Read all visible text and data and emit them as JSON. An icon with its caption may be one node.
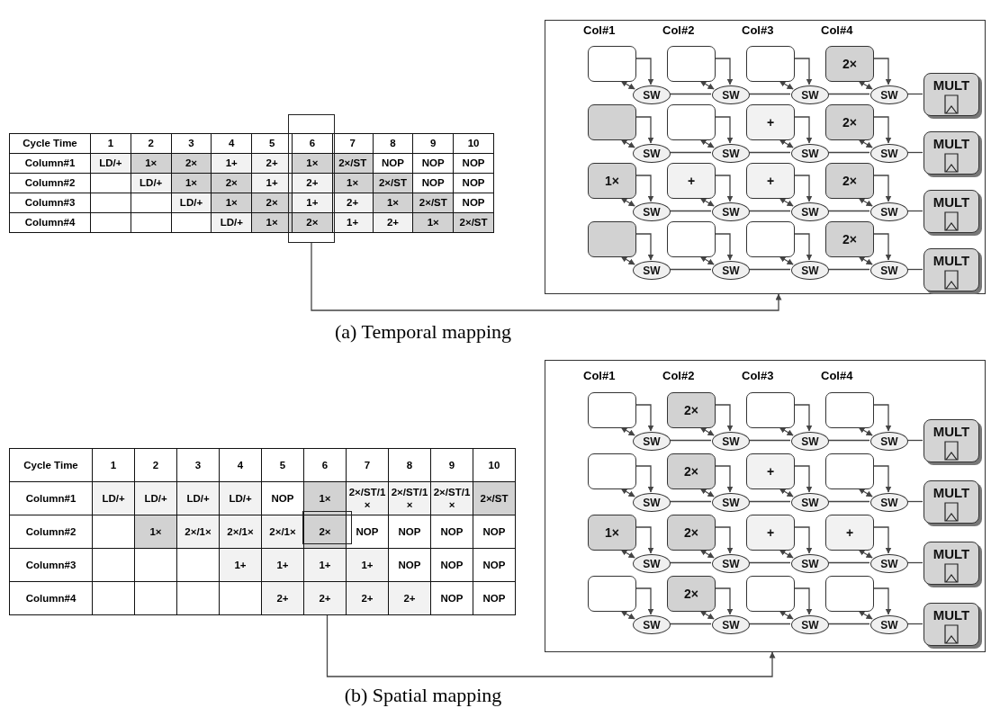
{
  "diagram": {
    "nodes": [
      {
        "text": [],
        "shape": "box"
      },
      {
        "text": [],
        "shape": "box"
      },
      {
        "text": [],
        "shape": "box",
        "in": 1
      },
      {
        "text": [],
        "shape": "box",
        "in": 1
      },
      {
        "text": [],
        "shape": "box",
        "in": 1
      },
      {
        "text": [
          "2×"
        ],
        "in": 1
      },
      {
        "text": [
          "SW"
        ],
        "in": 1
      },
      {
        "text": [
          "SW"
        ],
        "in": 1
      },
      {
        "text": [
          "SW"
        ],
        "in": 1
      },
      {
        "text": [
          "SW"
        ],
        "in": 1
      },
      {
        "text": [
          "MULT"
        ],
        "in": 1
      },
      {
        "text": [],
        "shape": "box",
        "in": 1
      },
      {
        "text": [],
        "shape": "box",
        "in": 1
      },
      {
        "text": [
          "+"
        ],
        "in": 1
      },
      {
        "text": [
          "2×"
        ],
        "in": 1
      },
      {
        "text": [
          "SW"
        ],
        "in": 1
      },
      {
        "text": [
          "SW"
        ],
        "in": 1
      },
      {
        "text": [
          "SW"
        ],
        "in": 1
      },
      {
        "text": [
          "SW"
        ],
        "in": 1
      },
      {
        "text": [
          "MULT"
        ],
        "in": 1
      },
      {
        "text": [
          "1×"
        ],
        "in": 1
      },
      {
        "text": [
          "+"
        ],
        "in": 1
      },
      {
        "text": [
          "+"
        ],
        "in": 1
      },
      {
        "text": [
          "2×"
        ],
        "in": 1
      },
      {
        "text": [
          "SW"
        ],
        "in": 1
      },
      {
        "text": [
          "SW"
        ],
        "in": 1
      },
      {
        "text": [
          "SW"
        ],
        "in": 1
      },
      {
        "text": [
          "SW"
        ],
        "in": 1
      },
      {
        "text": [
          "MULT"
        ],
        "in": 1
      },
      {
        "text": [],
        "shape": "box",
        "in": 1
      },
      {
        "text": [],
        "shape": "box",
        "in": 1
      },
      {
        "text": [],
        "shape": "box",
        "in": 1
      },
      {
        "text": [
          "2×"
        ],
        "in": 1
      },
      {
        "text": [
          "SW"
        ],
        "in": 1
      },
      {
        "text": [
          "SW"
        ],
        "in": 1
      },
      {
        "text": [
          "SW"
        ],
        "in": 1
      },
      {
        "text": [
          "SW"
        ],
        "in": 1
      },
      {
        "text": [
          "MULT"
        ],
        "in": 1
      },
      {
        "text": [],
        "shape": "box"
      },
      {
        "text": [],
        "shape": "box"
      },
      {
        "text": [],
        "shape": "box",
        "in": 39
      },
      {
        "text": [
          "2×"
        ],
        "in": 39
      },
      {
        "text": [],
        "shape": "box",
        "in": 39
      },
      {
        "text": [],
        "shape": "box",
        "in": 39
      },
      {
        "text": [
          "SW"
        ],
        "in": 39
      },
      {
        "text": [
          "SW"
        ],
        "in": 39
      },
      {
        "text": [
          "SW"
        ],
        "in": 39
      },
      {
        "text": [
          "SW"
        ],
        "in": 39
      },
      {
        "text": [
          "MULT"
        ],
        "in": 39
      },
      {
        "text": [],
        "shape": "box",
        "in": 39
      },
      {
        "text": [
          "2×"
        ],
        "in": 39
      },
      {
        "text": [
          "+"
        ],
        "in": 39
      },
      {
        "text": [],
        "shape": "box",
        "in": 39
      },
      {
        "text": [
          "SW"
        ],
        "in": 39
      },
      {
        "text": [
          "SW"
        ],
        "in": 39
      },
      {
        "text": [
          "SW"
        ],
        "in": 39
      },
      {
        "text": [
          "SW"
        ],
        "in": 39
      },
      {
        "text": [
          "MULT"
        ],
        "in": 39
      },
      {
        "text": [
          "1×"
        ],
        "in": 39
      },
      {
        "text": [
          "2×"
        ],
        "in": 39
      },
      {
        "text": [
          "+"
        ],
        "in": 39
      },
      {
        "text": [
          "+"
        ],
        "in": 39
      },
      {
        "text": [
          "SW"
        ],
        "in": 39
      },
      {
        "text": [
          "SW"
        ],
        "in": 39
      },
      {
        "text": [
          "SW"
        ],
        "in": 39
      },
      {
        "text": [
          "SW"
        ],
        "in": 39
      },
      {
        "text": [
          "MULT"
        ],
        "in": 39
      },
      {
        "text": [],
        "shape": "box",
        "in": 39
      },
      {
        "text": [
          "2×"
        ],
        "in": 39
      },
      {
        "text": [],
        "shape": "box",
        "in": 39
      },
      {
        "text": [],
        "shape": "box",
        "in": 39
      },
      {
        "text": [
          "SW"
        ],
        "in": 39
      },
      {
        "text": [
          "SW"
        ],
        "in": 39
      },
      {
        "text": [
          "SW"
        ],
        "in": 39
      },
      {
        "text": [
          "SW"
        ],
        "in": 39
      },
      {
        "text": [
          "MULT"
        ],
        "in": 39
      }
    ],
    "edges": [
      {
        "from": 0,
        "to": 1,
        "arrow": "to"
      },
      {
        "from": 2,
        "to": 6,
        "arrow": "to"
      },
      {
        "from": 2,
        "to": 6,
        "arrow": "both"
      },
      {
        "from": 3,
        "to": 7,
        "arrow": "to"
      },
      {
        "from": 3,
        "to": 7,
        "arrow": "both"
      },
      {
        "from": 4,
        "to": 8,
        "arrow": "to"
      },
      {
        "from": 4,
        "to": 8,
        "arrow": "both"
      },
      {
        "from": 5,
        "to": 9,
        "arrow": "to"
      },
      {
        "from": 5,
        "to": 9,
        "arrow": "both"
      },
      {
        "from": 6,
        "to": 7,
        "arrow": "none"
      },
      {
        "from": 7,
        "to": 8,
        "arrow": "none"
      },
      {
        "from": 8,
        "to": 9,
        "arrow": "none"
      },
      {
        "from": 9,
        "to": 10,
        "arrow": "none"
      },
      {
        "from": 11,
        "to": 15,
        "arrow": "to"
      },
      {
        "from": 11,
        "to": 15,
        "arrow": "both"
      },
      {
        "from": 12,
        "to": 16,
        "arrow": "to"
      },
      {
        "from": 12,
        "to": 16,
        "arrow": "both"
      },
      {
        "from": 13,
        "to": 17,
        "arrow": "to"
      },
      {
        "from": 13,
        "to": 17,
        "arrow": "both"
      },
      {
        "from": 14,
        "to": 18,
        "arrow": "to"
      },
      {
        "from": 14,
        "to": 18,
        "arrow": "both"
      },
      {
        "from": 15,
        "to": 16,
        "arrow": "none"
      },
      {
        "from": 16,
        "to": 17,
        "arrow": "none"
      },
      {
        "from": 17,
        "to": 18,
        "arrow": "none"
      },
      {
        "from": 18,
        "to": 19,
        "arrow": "none"
      },
      {
        "from": 20,
        "to": 24,
        "arrow": "to"
      },
      {
        "from": 20,
        "to": 24,
        "arrow": "both"
      },
      {
        "from": 21,
        "to": 25,
        "arrow": "to"
      },
      {
        "from": 21,
        "to": 25,
        "arrow": "both"
      },
      {
        "from": 22,
        "to": 26,
        "arrow": "to"
      },
      {
        "from": 22,
        "to": 26,
        "arrow": "both"
      },
      {
        "from": 23,
        "to": 27,
        "arrow": "to"
      },
      {
        "from": 23,
        "to": 27,
        "arrow": "both"
      },
      {
        "from": 24,
        "to": 25,
        "arrow": "none"
      },
      {
        "from": 25,
        "to": 26,
        "arrow": "none"
      },
      {
        "from": 26,
        "to": 27,
        "arrow": "none"
      },
      {
        "from": 27,
        "to": 28,
        "arrow": "none"
      },
      {
        "from": 29,
        "to": 33,
        "arrow": "to"
      },
      {
        "from": 29,
        "to": 33,
        "arrow": "both"
      },
      {
        "from": 30,
        "to": 34,
        "arrow": "to"
      },
      {
        "from": 30,
        "to": 34,
        "arrow": "both"
      },
      {
        "from": 31,
        "to": 35,
        "arrow": "to"
      },
      {
        "from": 31,
        "to": 35,
        "arrow": "both"
      },
      {
        "from": 32,
        "to": 36,
        "arrow": "to"
      },
      {
        "from": 32,
        "to": 36,
        "arrow": "both"
      },
      {
        "from": 33,
        "to": 34,
        "arrow": "none"
      },
      {
        "from": 34,
        "to": 35,
        "arrow": "none"
      },
      {
        "from": 35,
        "to": 36,
        "arrow": "none"
      },
      {
        "from": 36,
        "to": 37,
        "arrow": "none"
      },
      {
        "from": 38,
        "to": 39,
        "arrow": "to"
      },
      {
        "from": 40,
        "to": 44,
        "arrow": "to"
      },
      {
        "from": 40,
        "to": 44,
        "arrow": "both"
      },
      {
        "from": 41,
        "to": 45,
        "arrow": "to"
      },
      {
        "from": 41,
        "to": 45,
        "arrow": "both"
      },
      {
        "from": 42,
        "to": 46,
        "arrow": "to"
      },
      {
        "from": 42,
        "to": 46,
        "arrow": "both"
      },
      {
        "from": 43,
        "to": 47,
        "arrow": "to"
      },
      {
        "from": 43,
        "to": 47,
        "arrow": "both"
      },
      {
        "from": 44,
        "to": 45,
        "arrow": "none"
      },
      {
        "from": 45,
        "to": 46,
        "arrow": "none"
      },
      {
        "from": 46,
        "to": 47,
        "arrow": "none"
      },
      {
        "from": 47,
        "to": 48,
        "arrow": "none"
      },
      {
        "from": 49,
        "to": 53,
        "arrow": "to"
      },
      {
        "from": 49,
        "to": 53,
        "arrow": "both"
      },
      {
        "from": 50,
        "to": 54,
        "arrow": "to"
      },
      {
        "from": 50,
        "to": 54,
        "arrow": "both"
      },
      {
        "from": 51,
        "to": 55,
        "arrow": "to"
      },
      {
        "from": 51,
        "to": 55,
        "arrow": "both"
      },
      {
        "from": 52,
        "to": 56,
        "arrow": "to"
      },
      {
        "from": 52,
        "to": 56,
        "arrow": "both"
      },
      {
        "from": 53,
        "to": 54,
        "arrow": "none"
      },
      {
        "from": 54,
        "to": 55,
        "arrow": "none"
      },
      {
        "from": 55,
        "to": 56,
        "arrow": "none"
      },
      {
        "from": 56,
        "to": 57,
        "arrow": "none"
      },
      {
        "from": 58,
        "to": 62,
        "arrow": "to"
      },
      {
        "from": 58,
        "to": 62,
        "arrow": "both"
      },
      {
        "from": 59,
        "to": 63,
        "arrow": "to"
      },
      {
        "from": 59,
        "to": 63,
        "arrow": "both"
      },
      {
        "from": 60,
        "to": 64,
        "arrow": "to"
      },
      {
        "from": 60,
        "to": 64,
        "arrow": "both"
      },
      {
        "from": 61,
        "to": 65,
        "arrow": "to"
      },
      {
        "from": 61,
        "to": 65,
        "arrow": "both"
      },
      {
        "from": 62,
        "to": 63,
        "arrow": "none"
      },
      {
        "from": 63,
        "to": 64,
        "arrow": "none"
      },
      {
        "from": 64,
        "to": 65,
        "arrow": "none"
      },
      {
        "from": 65,
        "to": 66,
        "arrow": "none"
      },
      {
        "from": 67,
        "to": 71,
        "arrow": "to"
      },
      {
        "from": 67,
        "to": 71,
        "arrow": "both"
      },
      {
        "from": 68,
        "to": 72,
        "arrow": "to"
      },
      {
        "from": 68,
        "to": 72,
        "arrow": "both"
      },
      {
        "from": 69,
        "to": 73,
        "arrow": "to"
      },
      {
        "from": 69,
        "to": 73,
        "arrow": "both"
      },
      {
        "from": 70,
        "to": 74,
        "arrow": "to"
      },
      {
        "from": 70,
        "to": 74,
        "arrow": "both"
      },
      {
        "from": 71,
        "to": 72,
        "arrow": "none"
      },
      {
        "from": 72,
        "to": 73,
        "arrow": "none"
      },
      {
        "from": 73,
        "to": 74,
        "arrow": "none"
      },
      {
        "from": 74,
        "to": 75,
        "arrow": "none"
      }
    ],
    "labels": [
      "Col#1",
      "Col#2",
      "Col#3",
      "Col#4",
      "Cycle Time",
      "1",
      "2",
      "3",
      "4",
      "5",
      "6",
      "7",
      "8",
      "9",
      "10",
      "Column#1",
      "LD/+",
      "1×",
      "2×",
      "1+",
      "2+",
      "1×",
      "2×/ST",
      "NOP",
      "NOP",
      "NOP",
      "Column#2",
      "LD/+",
      "1×",
      "2×",
      "1+",
      "2+",
      "1×",
      "2×/ST",
      "NOP",
      "NOP",
      "Column#3",
      "LD/+",
      "1×",
      "2×",
      "1+",
      "2+",
      "1×",
      "2×/ST",
      "NOP",
      "Column#4",
      "LD/+",
      "1×",
      "2×",
      "1+",
      "2+",
      "1×",
      "2×/ST",
      "(a) Temporal mapping",
      "Col#1",
      "Col#2",
      "Col#3",
      "Col#4",
      "Cycle Time",
      "1",
      "2",
      "3",
      "4",
      "5",
      "6",
      "7",
      "8",
      "9",
      "10",
      "Column#1",
      "LD/+",
      "LD/+",
      "LD/+",
      "LD/+",
      "NOP",
      "1×",
      "2×/ST/1×",
      "2×/ST/1×",
      "2×/ST/1×",
      "2×/ST",
      "Column#2",
      "1×",
      "2×/1×",
      "2×/1×",
      "2×/1×",
      "2×",
      "NOP",
      "NOP",
      "NOP",
      "NOP",
      "Column#3",
      "1+",
      "1+",
      "1+",
      "1+",
      "NOP",
      "NOP",
      "NOP",
      "Column#4",
      "2+",
      "2+",
      "2+",
      "2+",
      "NOP",
      "NOP",
      "(b) Spatial mapping"
    ]
  }
}
